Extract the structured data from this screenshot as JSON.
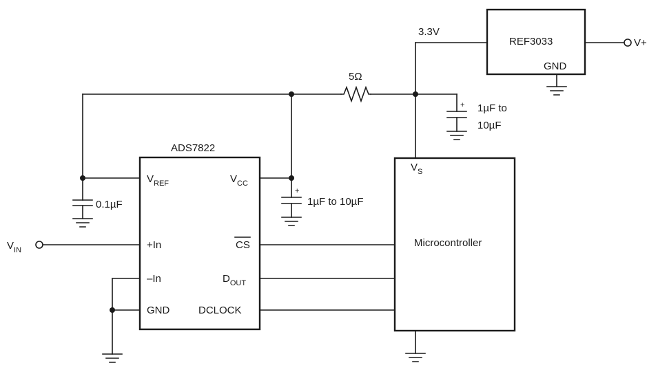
{
  "components": {
    "adc": {
      "title": "ADS7822"
    },
    "mcu": {
      "label": "Microcontroller"
    },
    "reference": {
      "label": "REF3033"
    }
  },
  "pins": {
    "vref": {
      "main": "V",
      "sub": "REF"
    },
    "vcc": {
      "main": "V",
      "sub": "CC"
    },
    "plus_in": "+In",
    "minus_in": "–In",
    "adc_gnd": "GND",
    "cs": "CS",
    "dout": {
      "main": "D",
      "sub": "OUT"
    },
    "dclock": "DCLOCK",
    "vs": {
      "main": "V",
      "sub": "S"
    },
    "ref_gnd": "GND"
  },
  "nets": {
    "supply_voltage": "3.3V",
    "vin": {
      "main": "V",
      "sub": "IN"
    },
    "vplus": "V+"
  },
  "passives": {
    "resistor": "5Ω",
    "cap_vref": "0.1µF",
    "cap_vcc": "1µF to 10µF",
    "cap_vs_line1": "1µF to",
    "cap_vs_line2": "10µF",
    "polarity_mark": "+"
  }
}
